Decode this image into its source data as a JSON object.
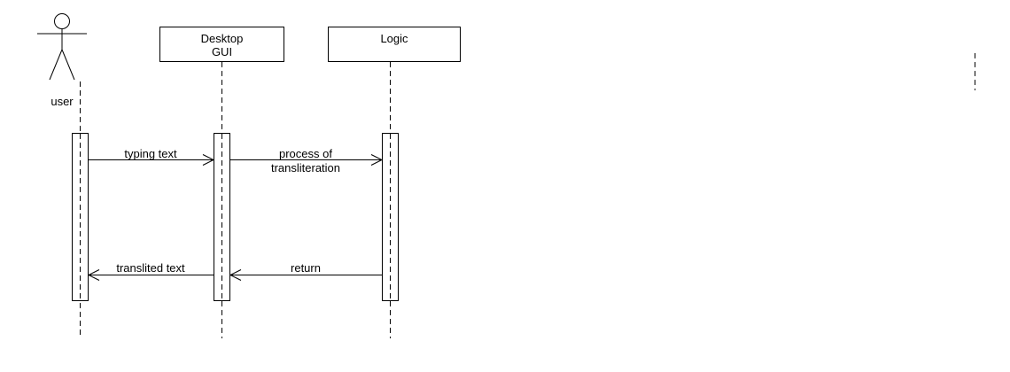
{
  "diagram": {
    "type": "sequence",
    "participants": [
      {
        "id": "user",
        "kind": "actor",
        "label": "user"
      },
      {
        "id": "gui",
        "kind": "box",
        "label_lines": [
          "Desktop",
          "GUI"
        ]
      },
      {
        "id": "logic",
        "kind": "box",
        "label_lines": [
          "Logic"
        ]
      }
    ],
    "messages": [
      {
        "from": "user",
        "to": "gui",
        "label_lines": [
          "typing text"
        ]
      },
      {
        "from": "gui",
        "to": "logic",
        "label_lines": [
          "process of",
          "transliteration"
        ]
      },
      {
        "from": "logic",
        "to": "gui",
        "label_lines": [
          "return"
        ]
      },
      {
        "from": "gui",
        "to": "user",
        "label_lines": [
          "translited text"
        ]
      }
    ]
  }
}
